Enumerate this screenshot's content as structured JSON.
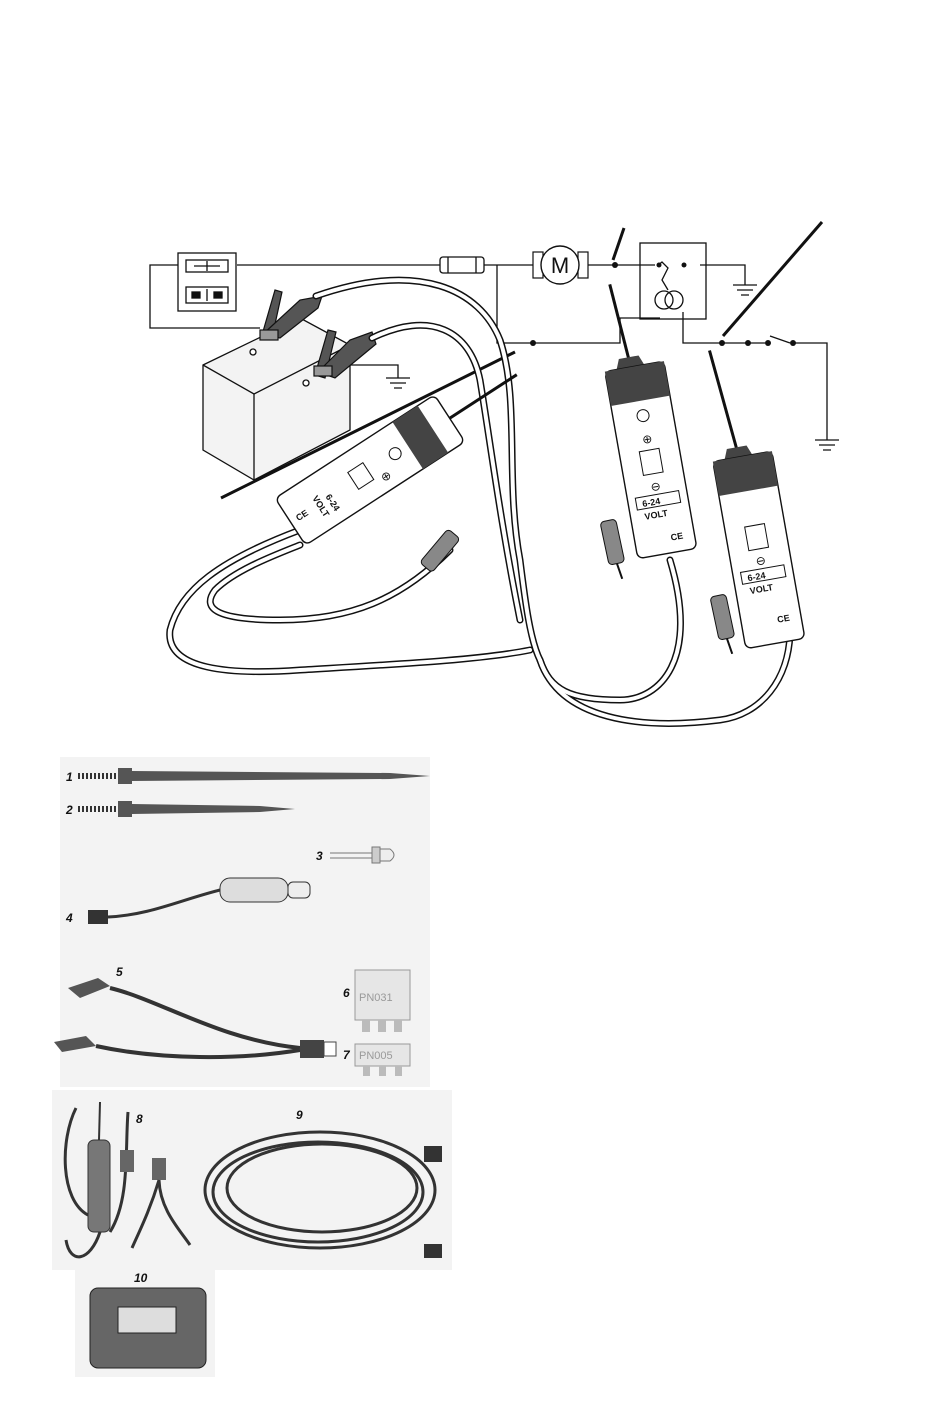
{
  "figure": {
    "circuit": {
      "motor_symbol": "M",
      "tester_range_label": "6-24",
      "tester_unit_label": "VOLT",
      "tester_mark": "CE",
      "plus_symbol": "⊕",
      "minus_symbol": "⊖"
    },
    "accessories": [
      {
        "number": "1",
        "name": "long probe tip"
      },
      {
        "number": "2",
        "name": "short probe tip"
      },
      {
        "number": "3",
        "name": "bulb"
      },
      {
        "number": "4",
        "name": "cigarette lighter adapter cable"
      },
      {
        "number": "5",
        "name": "battery clip lead"
      },
      {
        "number": "6",
        "name": "adapter",
        "code": "PN031"
      },
      {
        "number": "7",
        "name": "adapter",
        "code": "PN005"
      },
      {
        "number": "8",
        "name": "tester with clips"
      },
      {
        "number": "9",
        "name": "extension cable"
      },
      {
        "number": "10",
        "name": "carry case"
      }
    ]
  }
}
